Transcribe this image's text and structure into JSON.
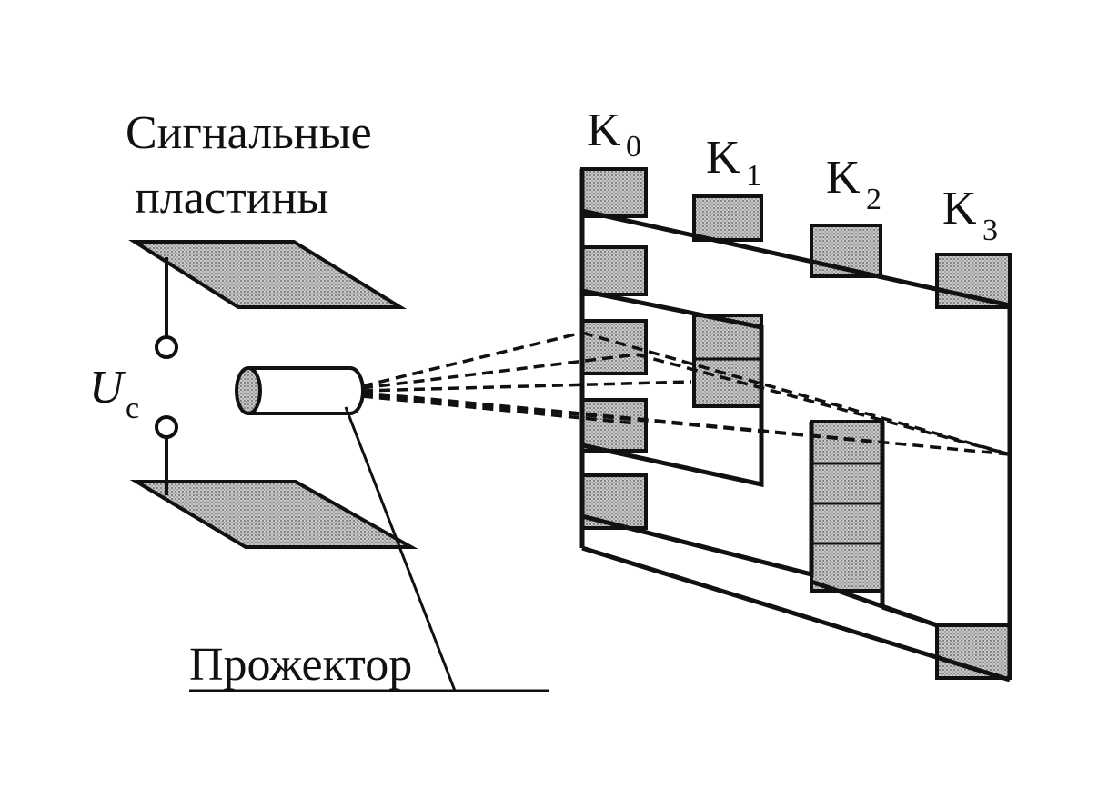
{
  "labels": {
    "signal_plates_line1": "Сигнальные",
    "signal_plates_line2": "пластины",
    "projector": "Прожектор",
    "voltage_main": "U",
    "voltage_sub": "c",
    "channels": [
      {
        "main": "K",
        "sub": "0"
      },
      {
        "main": "K",
        "sub": "1"
      },
      {
        "main": "K",
        "sub": "2"
      },
      {
        "main": "K",
        "sub": "3"
      }
    ]
  },
  "colors": {
    "stroke": "#111111",
    "hatch": "#b5b5b5",
    "background": "#ffffff"
  }
}
